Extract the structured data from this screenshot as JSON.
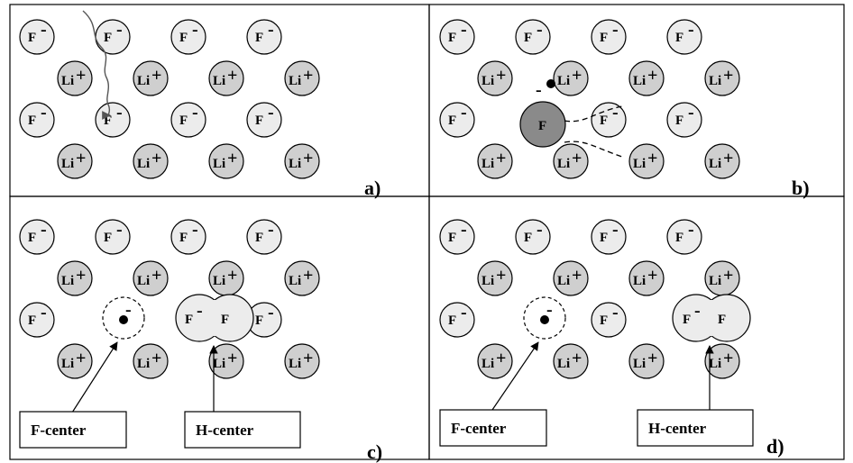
{
  "colors": {
    "anion_fill": "#ececec",
    "cation_fill": "#cfcfcf",
    "neutral_f_fill": "#8a8a8a",
    "stroke": "#000000",
    "radiation_arrow": "#555555"
  },
  "ions": {
    "fluorine_label": "F",
    "lithium_label": "Li",
    "minus_sign": "-",
    "plus_sign": "+",
    "neutral_fluorine_label": "F"
  },
  "panels": [
    {
      "id": "a",
      "label": "a)"
    },
    {
      "id": "b",
      "label": "b)"
    },
    {
      "id": "c",
      "label": "c)",
      "f_center_label": "F-center",
      "h_center_label": "H-center"
    },
    {
      "id": "d",
      "label": "d)",
      "f_center_label": "F-center",
      "h_center_label": "H-center"
    }
  ]
}
